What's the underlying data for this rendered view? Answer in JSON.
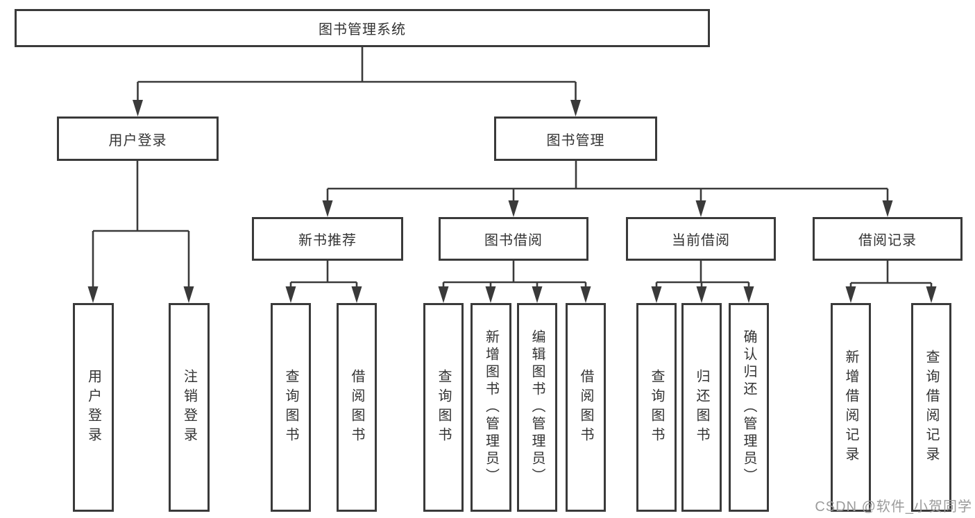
{
  "diagram": {
    "title": "图书管理系统",
    "root": {
      "label": "图书管理系统"
    },
    "level2": [
      {
        "label": "用户登录"
      },
      {
        "label": "图书管理"
      }
    ],
    "level3": [
      {
        "label": "新书推荐"
      },
      {
        "label": "图书借阅"
      },
      {
        "label": "当前借阅"
      },
      {
        "label": "借阅记录"
      }
    ],
    "leaves": {
      "user": [
        {
          "label": "用户登录"
        },
        {
          "label": "注销登录"
        }
      ],
      "recommend": [
        {
          "label": "查询图书"
        },
        {
          "label": "借阅图书"
        }
      ],
      "borrow": [
        {
          "label": "查询图书"
        },
        {
          "label": "新增图书（管理员）"
        },
        {
          "label": "编辑图书（管理员）"
        },
        {
          "label": "借阅图书"
        }
      ],
      "current": [
        {
          "label": "查询图书"
        },
        {
          "label": "归还图书"
        },
        {
          "label": "确认归还（管理员）"
        }
      ],
      "records": [
        {
          "label": "新增借阅记录"
        },
        {
          "label": "查询借阅记录"
        }
      ]
    },
    "watermark": "CSDN @软件_小贺同学",
    "colors": {
      "line": "#3a3a3a",
      "text": "#333333",
      "watermark": "#9b9b9b",
      "background": "#ffffff"
    }
  }
}
